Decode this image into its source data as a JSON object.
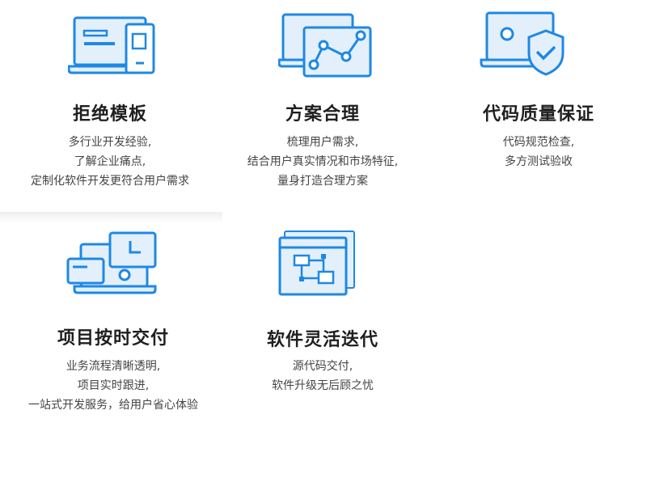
{
  "colors": {
    "accent": "#1e88e5",
    "accent_light": "#e3f0fc",
    "title": "#1f1f1f",
    "text": "#444444"
  },
  "features": [
    {
      "icon": "laptop-phone-icon",
      "title": "拒绝模板",
      "lines": [
        "多行业开发经验,",
        "了解企业痛点,",
        "定制化软件开发更符合用户需求"
      ]
    },
    {
      "icon": "laptop-chart-icon",
      "title": "方案合理",
      "lines": [
        "梳理用户需求,",
        "结合用户真实情况和市场特征,",
        "量身打造合理方案"
      ]
    },
    {
      "icon": "laptop-shield-icon",
      "title": "代码质量保证",
      "lines": [
        "代码规范检查,",
        "多方测试验收"
      ]
    },
    {
      "icon": "laptop-clock-icon",
      "title": "项目按时交付",
      "lines": [
        "业务流程清晰透明,",
        "项目实时跟进,",
        "一站式开发服务，给用户省心体验"
      ]
    },
    {
      "icon": "window-flowchart-icon",
      "title": "软件灵活迭代",
      "lines": [
        "源代码交付,",
        "软件升级无后顾之忧"
      ]
    }
  ]
}
